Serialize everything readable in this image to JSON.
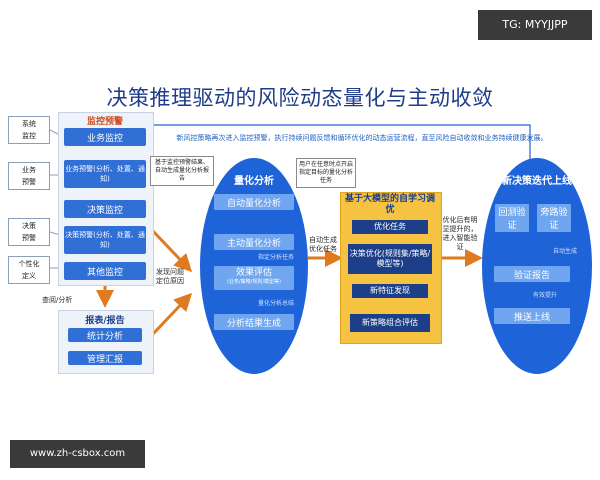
{
  "watermark_top": "TG: MYYJJPP",
  "watermark_bottom": "www.zh-csbox.com",
  "title": "决策推理驱动的风险动态量化与主动收敛",
  "banner": "新风控策略再次进入监控预警，执行持续问题反馈和循环优化的动态运营流程，直至风险自动收敛和业务持续健康发展。",
  "left": {
    "labels": [
      "系统\n监控",
      "业务\n预警",
      "决策\n预警",
      "个性化\n定义"
    ],
    "monitor_title": "监控预警",
    "buttons": [
      "业务监控",
      "业务预警(分析、处置、通知)",
      "决策监控",
      "决策预警(分析、处置、通知)",
      "其他监控"
    ],
    "query_label": "查阅/分析",
    "report_title": "报表/报告",
    "report_buttons": [
      "统计分析",
      "管理汇报"
    ],
    "find_label": "发现问题\n定位原因"
  },
  "quant": {
    "callout": "基于监控预警结果、自动生成量化分析报告",
    "title": "量化分析",
    "buttons": [
      "自动量化分析",
      "主动量化分析",
      "效果评估",
      "分析结果生成"
    ],
    "eval_sub": "(业务/策略/规则/模型等)",
    "notes": [
      "指定分析任务",
      "量化分析总结"
    ],
    "callout2": "用户在任意时点开启指定目标的量化分析任务"
  },
  "arrow_label": "自动生成优化任务",
  "model": {
    "title": "基于大模型的自学习调优",
    "items": [
      "优化任务",
      "决策优化(规则集/策略/模型等)",
      "新特征发现",
      "新策略组合评估"
    ]
  },
  "arrow_label2": "优化后有明显提升的，进入智能验证",
  "launch": {
    "title": "新决策迭代上线",
    "buttons": [
      "回测验证",
      "旁路验证",
      "验证报告",
      "推送上线"
    ],
    "notes": [
      "自动生成",
      "有效提升"
    ]
  },
  "colors": {
    "blue": "#1e64d8",
    "dark_blue": "#1d3f8a",
    "orange": "#e07a1f",
    "yellow": "#f5c242"
  }
}
